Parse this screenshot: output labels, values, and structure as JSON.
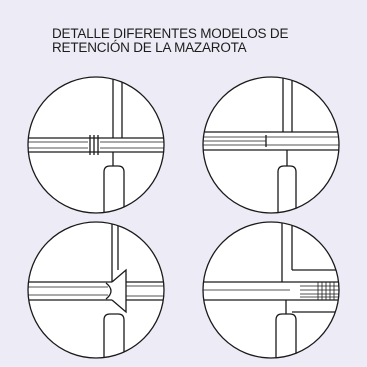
{
  "title": {
    "line1": "DETALLE DIFERENTES MODELOS DE",
    "line2": "RETENCIÓN DE LA MAZAROTA"
  },
  "details": [
    {
      "variant": "ring-retention"
    },
    {
      "variant": "stepped-retention"
    },
    {
      "variant": "conical-retention"
    },
    {
      "variant": "threaded-retention"
    }
  ],
  "colors": {
    "background": "#edecf6",
    "line": "#1a1a1a",
    "fill": "#ffffff"
  }
}
